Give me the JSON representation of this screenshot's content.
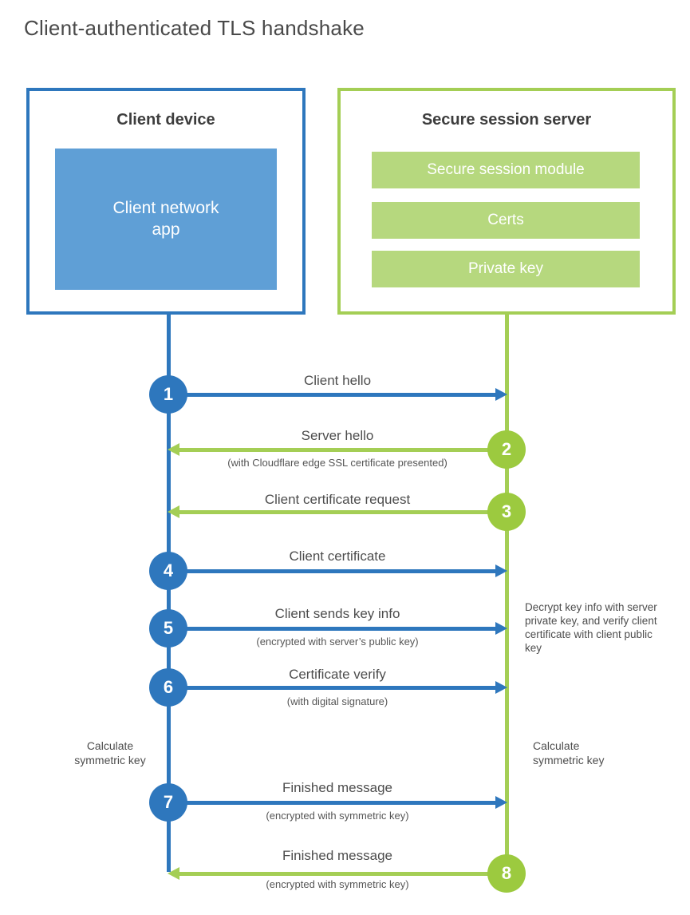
{
  "page": {
    "title": "Client-authenticated TLS handshake"
  },
  "colors": {
    "blue": "#2e77bd",
    "blue_fill": "#5f9fd6",
    "green": "#a4ce55",
    "green_fill": "#b6d87e",
    "green_circle": "#9cca3f"
  },
  "client": {
    "title": "Client device",
    "module": "Client network app"
  },
  "server": {
    "title": "Secure session server",
    "modules": [
      "Secure session module",
      "Certs",
      "Private key"
    ]
  },
  "steps": [
    {
      "num": "1",
      "label": "Client hello",
      "sub": "",
      "from": "client",
      "to": "server"
    },
    {
      "num": "2",
      "label": "Server hello",
      "sub": "(with Cloudflare edge SSL certificate presented)",
      "from": "server",
      "to": "client"
    },
    {
      "num": "3",
      "label": "Client certificate request",
      "sub": "",
      "from": "server",
      "to": "client"
    },
    {
      "num": "4",
      "label": "Client certificate",
      "sub": "",
      "from": "client",
      "to": "server"
    },
    {
      "num": "5",
      "label": "Client sends key info",
      "sub": "(encrypted with server’s public key)",
      "from": "client",
      "to": "server"
    },
    {
      "num": "6",
      "label": "Certificate verify",
      "sub": "(with digital signature)",
      "from": "client",
      "to": "server"
    },
    {
      "num": "7",
      "label": "Finished message",
      "sub": "(encrypted with symmetric key)",
      "from": "client",
      "to": "server"
    },
    {
      "num": "8",
      "label": "Finished message",
      "sub": "(encrypted with symmetric key)",
      "from": "server",
      "to": "client"
    }
  ],
  "notes": {
    "decrypt": "Decrypt key info with server private key, and verify client certificate with client public key",
    "calc_left": "Calculate symmetric key",
    "calc_right": "Calculate symmetric key"
  }
}
